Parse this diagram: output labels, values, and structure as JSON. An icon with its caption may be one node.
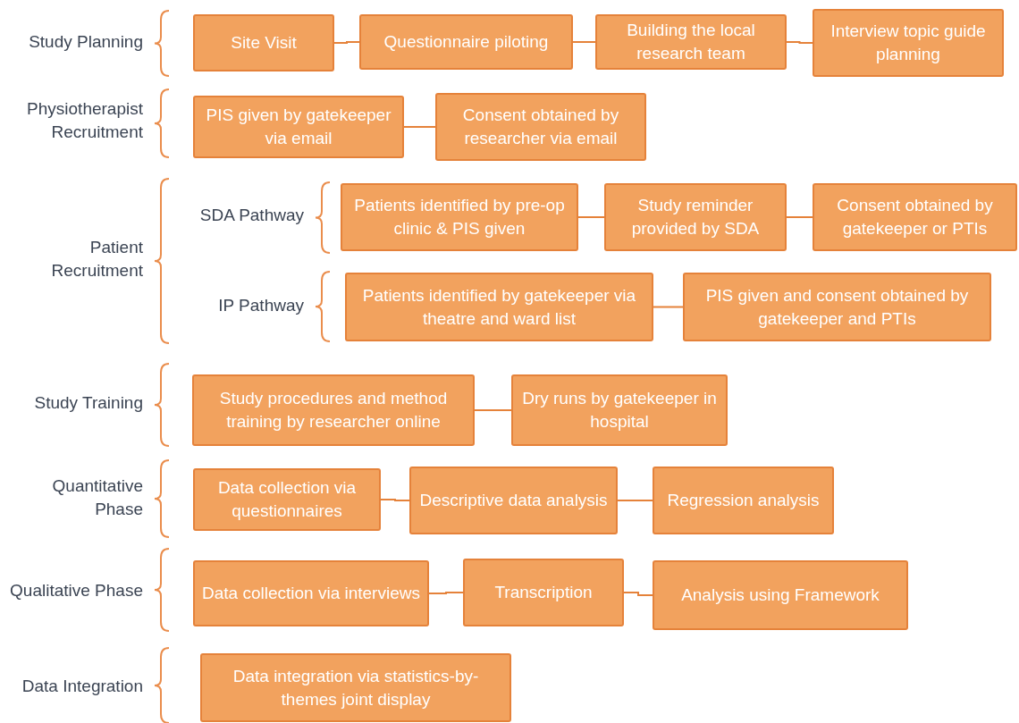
{
  "diagram": {
    "nodes": [
      {
        "text": [
          "Site Visit"
        ]
      },
      {
        "text": [
          "Questionnaire piloting"
        ]
      },
      {
        "text": [
          "Building the local research team"
        ]
      },
      {
        "text": [
          "Interview topic guide planning"
        ]
      },
      {
        "text": [
          "PIS given by gatekeeper via email"
        ]
      },
      {
        "text": [
          "Consent obtained by researcher via email"
        ]
      },
      {
        "text": [
          "Patients identified by pre-op clinic & PIS given"
        ]
      },
      {
        "text": [
          "Study reminder provided by SDA"
        ]
      },
      {
        "text": [
          "Consent obtained by gatekeeper or PTIs"
        ]
      },
      {
        "text": [
          "Patients identified by gatekeeper via theatre and ward list"
        ]
      },
      {
        "text": [
          "PIS given and consent obtained by gatekeeper and PTIs"
        ]
      },
      {
        "text": [
          "Study procedures and method training by researcher online"
        ]
      },
      {
        "text": [
          "Dry runs by gatekeeper in hospital"
        ]
      },
      {
        "text": [
          "Data collection via questionnaires"
        ]
      },
      {
        "text": [
          "Descriptive data analysis"
        ]
      },
      {
        "text": [
          "Regression analysis"
        ]
      },
      {
        "text": [
          "Data collection via interviews"
        ]
      },
      {
        "text": [
          "Transcription"
        ]
      },
      {
        "text": [
          "Analysis using Framework"
        ]
      },
      {
        "text": [
          "Data integration via statistics-by-themes joint display"
        ]
      }
    ],
    "edges": [
      {
        "from": 0,
        "to": 1,
        "arrow": "none"
      },
      {
        "from": 1,
        "to": 2,
        "arrow": "none"
      },
      {
        "from": 2,
        "to": 3,
        "arrow": "none"
      },
      {
        "from": 4,
        "to": 5,
        "arrow": "none"
      },
      {
        "from": 6,
        "to": 7,
        "arrow": "none"
      },
      {
        "from": 7,
        "to": 8,
        "arrow": "none"
      },
      {
        "from": 9,
        "to": 10,
        "arrow": "none"
      },
      {
        "from": 11,
        "to": 12,
        "arrow": "none"
      },
      {
        "from": 13,
        "to": 14,
        "arrow": "none"
      },
      {
        "from": 14,
        "to": 15,
        "arrow": "none"
      },
      {
        "from": 16,
        "to": 17,
        "arrow": "none"
      },
      {
        "from": 17,
        "to": 18,
        "arrow": "none"
      }
    ],
    "labels": [
      "Study Planning",
      "Physiotherapist Recruitment",
      "Patient Recruitment",
      "SDA Pathway",
      "IP Pathway",
      "Study Training",
      "Quantitative Phase",
      "Qualitative Phase",
      "Data Integration"
    ]
  }
}
